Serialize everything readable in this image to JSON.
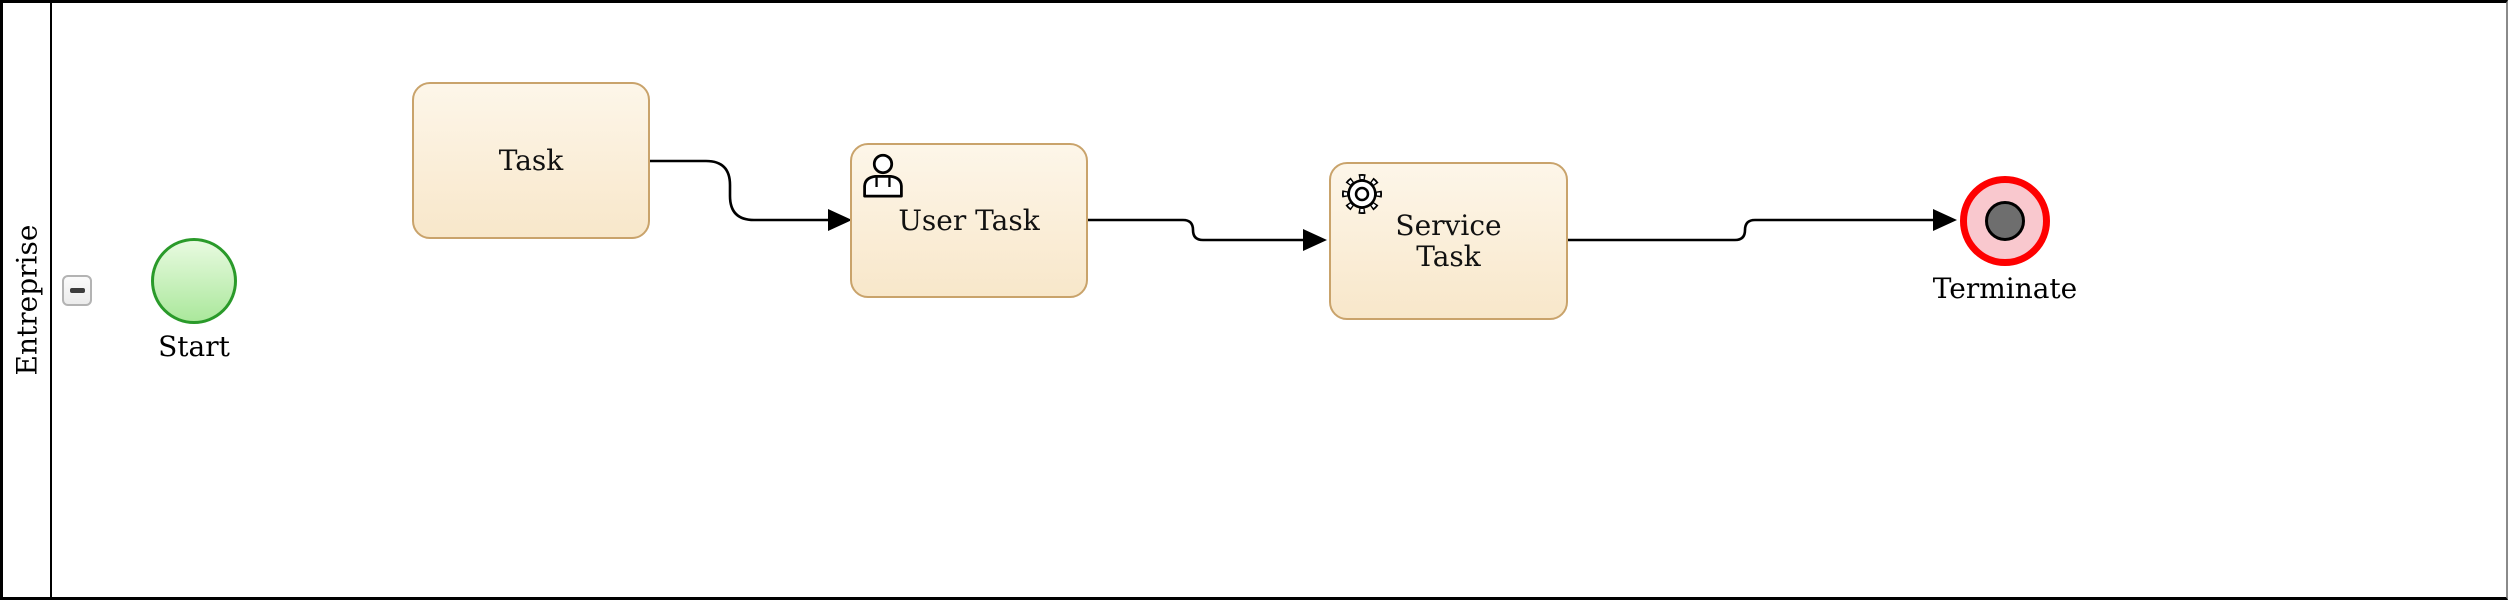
{
  "pool": {
    "name": "Entreprise",
    "collapsed": false
  },
  "collapse_button": {
    "icon": "minus"
  },
  "nodes": {
    "start": {
      "type": "startEvent",
      "label": "Start"
    },
    "task": {
      "type": "task",
      "label": "Task"
    },
    "user_task": {
      "type": "userTask",
      "label": "User Task",
      "icon": "user-icon"
    },
    "service_task": {
      "type": "serviceTask",
      "label": "Service Task",
      "label_lines": [
        "Service",
        "Task"
      ],
      "icon": "gear-icon"
    },
    "terminate": {
      "type": "terminateEndEvent",
      "label": "Terminate"
    }
  },
  "flows": [
    {
      "from": "task",
      "to": "user_task"
    },
    {
      "from": "user_task",
      "to": "service_task"
    },
    {
      "from": "service_task",
      "to": "terminate"
    }
  ],
  "colors": {
    "task_border": "#c9a36b",
    "task_fill_top": "#fdf6e9",
    "task_fill_bottom": "#f8e7ca",
    "start_border": "#2a9a2a",
    "start_fill_top": "#e8fae0",
    "start_fill_bottom": "#abe89c",
    "terminate_ring": "#fe0000",
    "terminate_fill": "#f9c8ce",
    "terminate_core": "#6e6e6e",
    "flow_stroke": "#000000"
  }
}
